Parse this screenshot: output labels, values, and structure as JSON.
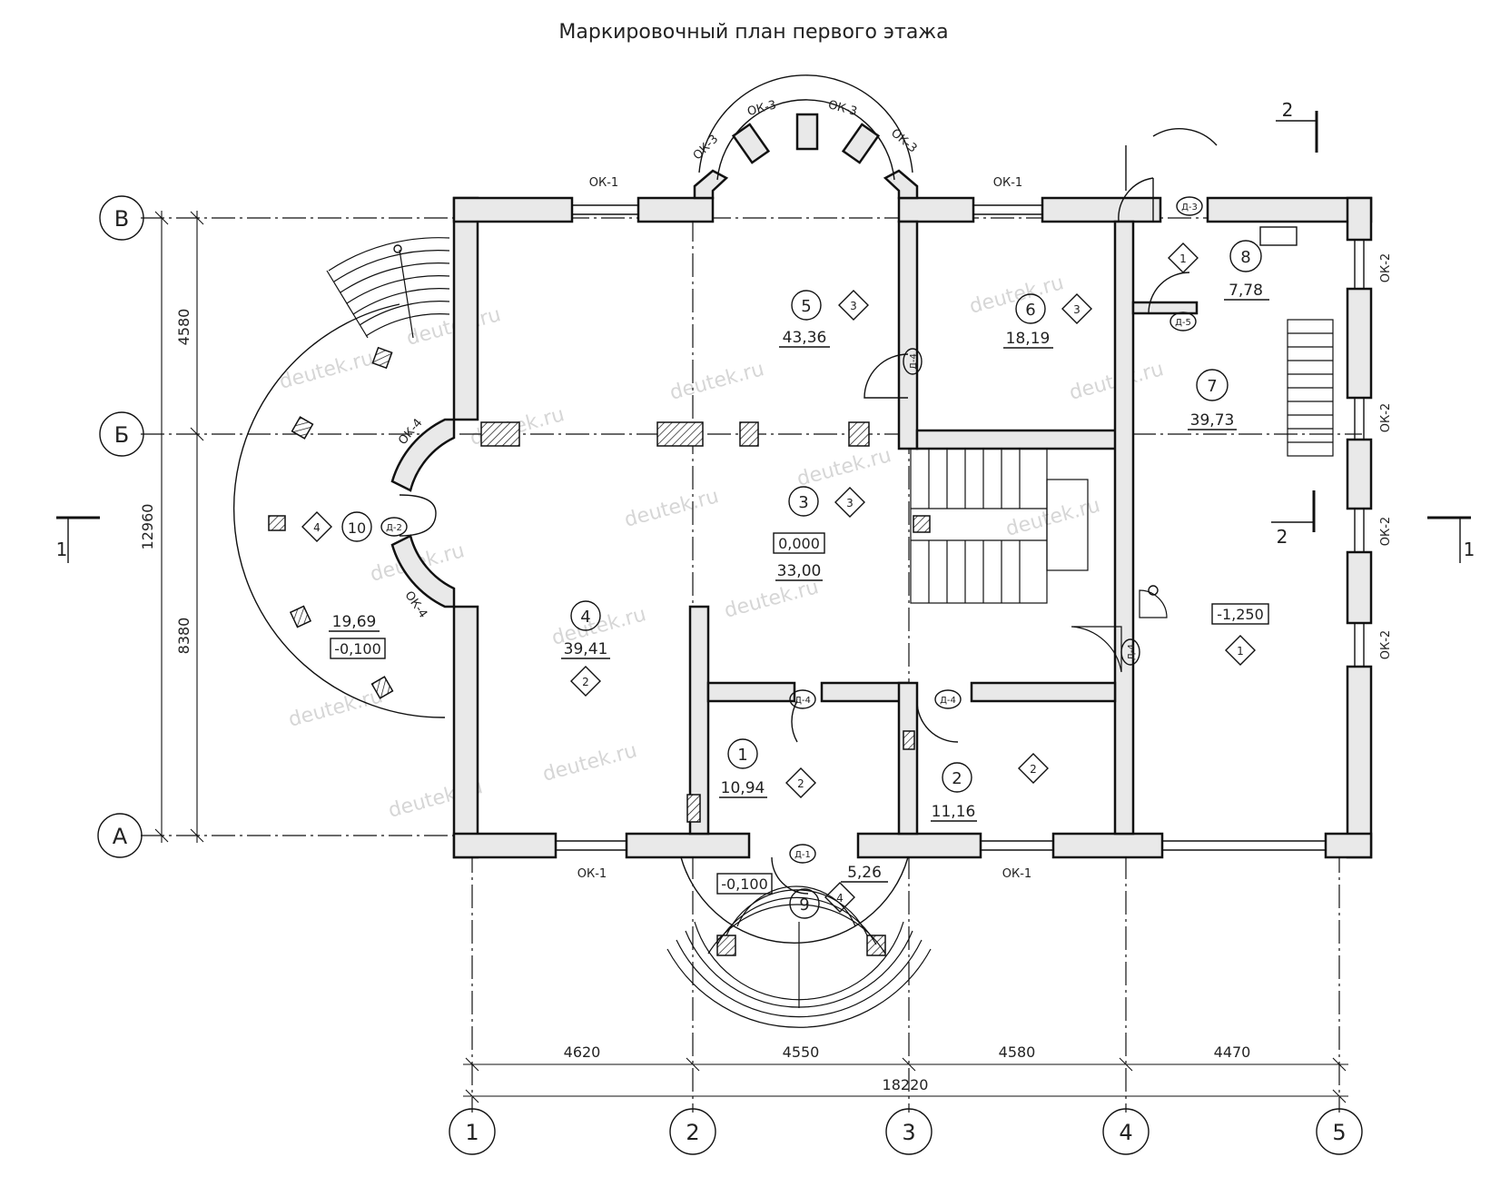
{
  "title": "Маркировочный план первого этажа",
  "axes_letters": [
    "В",
    "Б",
    "А"
  ],
  "axes_numbers": [
    "1",
    "2",
    "3",
    "4",
    "5"
  ],
  "dims_bottom": [
    "4620",
    "4550",
    "4580",
    "4470"
  ],
  "dim_total": "18220",
  "dims_left": [
    "4580",
    "8380"
  ],
  "dim_left_total": "12960",
  "rooms": [
    {
      "num": "1",
      "area": "10,94",
      "finish": "2"
    },
    {
      "num": "2",
      "area": "11,16",
      "finish": "2"
    },
    {
      "num": "3",
      "area": "33,00",
      "finish": "3",
      "level": "0,000"
    },
    {
      "num": "4",
      "area": "39,41",
      "finish": "2"
    },
    {
      "num": "5",
      "area": "43,36",
      "finish": "3"
    },
    {
      "num": "6",
      "area": "18,19",
      "finish": "3"
    },
    {
      "num": "7",
      "area": "39,73",
      "finish": "1",
      "level": "-1,250"
    },
    {
      "num": "8",
      "area": "7,78",
      "finish": "1"
    },
    {
      "num": "9",
      "area": "5,26",
      "finish": "4",
      "level": "-0,100"
    },
    {
      "num": "10",
      "area": "19,69",
      "finish": "4",
      "level": "-0,100"
    }
  ],
  "windows": {
    "ok1": "ОК-1",
    "ok2": "ОК-2",
    "ok3": "ОК-3",
    "ok4": "ОК-4"
  },
  "doors": {
    "d1": "Д-1",
    "d2": "Д-2",
    "d3": "Д-3",
    "d4": "Д-4",
    "d5": "Д-5"
  },
  "section_marks": {
    "s1": "1",
    "s2": "2"
  },
  "watermark": "deutek.ru"
}
